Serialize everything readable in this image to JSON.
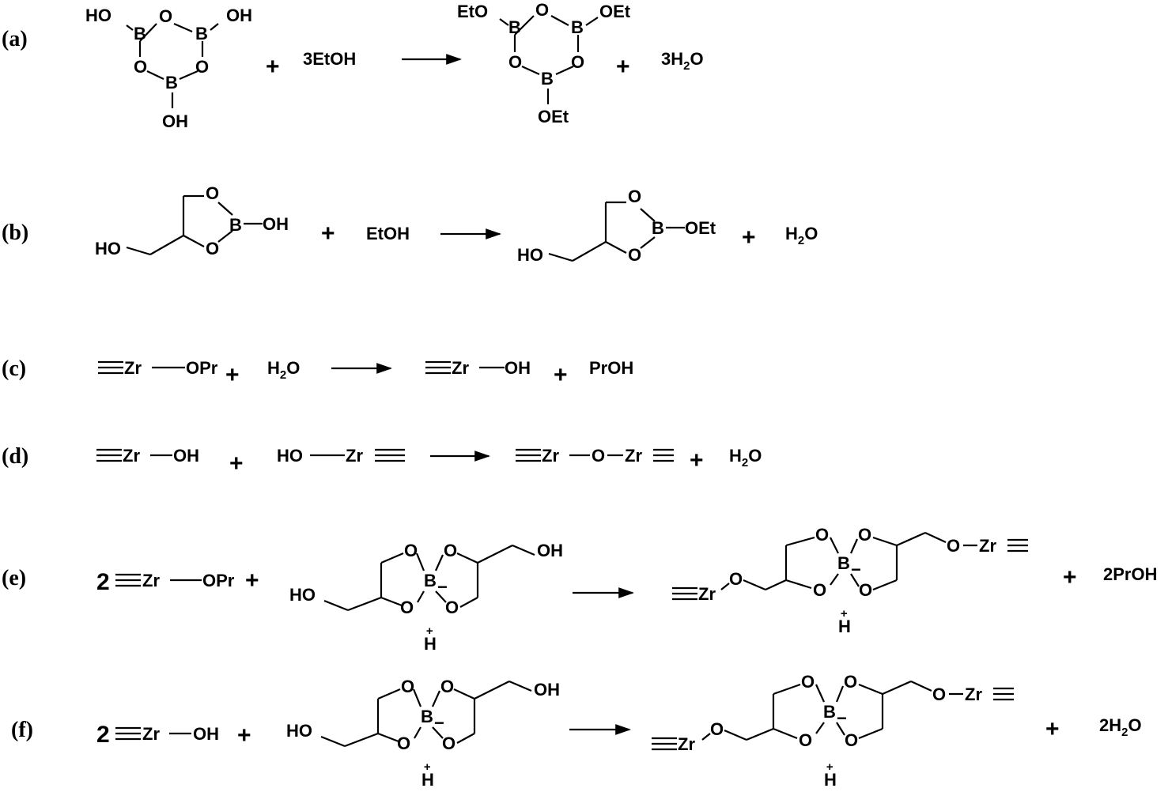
{
  "reactions": [
    {
      "id": "a",
      "label": "(a)",
      "reactant_substituents": [
        "HO",
        "OH",
        "OH"
      ],
      "ring_atoms": [
        "B",
        "O",
        "B",
        "O",
        "B",
        "O"
      ],
      "reagent": "3EtOH",
      "product_substituents": [
        "EtO",
        "OEt",
        "OEt"
      ],
      "byproduct": {
        "coef": "3",
        "main": "H",
        "sub": "2",
        "tail": "O"
      }
    },
    {
      "id": "b",
      "label": "(b)",
      "reactant": {
        "ho": "HO",
        "o_top": "O",
        "o_bot": "O",
        "b": "B",
        "sub": "OH"
      },
      "reagent": "EtOH",
      "product": {
        "ho": "HO",
        "o_top": "O",
        "o_bot": "O",
        "b": "B",
        "sub": "OEt"
      },
      "byproduct": {
        "coef": "",
        "main": "H",
        "sub": "2",
        "tail": "O"
      }
    },
    {
      "id": "c",
      "label": "(c)",
      "reactant": {
        "zr": "Zr",
        "group": "OPr"
      },
      "reagent": {
        "main": "H",
        "sub": "2",
        "tail": "O"
      },
      "product": {
        "zr": "Zr",
        "group": "OH"
      },
      "byproduct": "PrOH"
    },
    {
      "id": "d",
      "label": "(d)",
      "reactant1": {
        "zr": "Zr",
        "group": "OH"
      },
      "reactant2": {
        "group": "HO",
        "zr": "Zr"
      },
      "product": {
        "zr1": "Zr",
        "o": "O",
        "zr2": "Zr"
      },
      "byproduct": {
        "main": "H",
        "sub": "2",
        "tail": "O"
      }
    },
    {
      "id": "e",
      "label": "(e)",
      "coef": "2",
      "reactant": {
        "zr": "Zr",
        "group": "OPr"
      },
      "spiroborate": {
        "ho_left": "HO",
        "oh_right": "OH",
        "o": "O",
        "b": "B",
        "charge": "−",
        "counter": "H",
        "counter_charge": "+"
      },
      "product": {
        "zr_left": "Zr",
        "o_zr_right": "O",
        "zr_right": "Zr",
        "o": "O",
        "b": "B",
        "charge": "−",
        "counter": "H",
        "counter_charge": "+"
      },
      "byproduct": "2PrOH"
    },
    {
      "id": "f",
      "label": "(f)",
      "coef": "2",
      "reactant": {
        "zr": "Zr",
        "group": "OH"
      },
      "spiroborate": {
        "ho_left": "HO",
        "oh_right": "OH",
        "o": "O",
        "b": "B",
        "charge": "−",
        "counter": "H",
        "counter_charge": "+"
      },
      "product": {
        "zr_left": "Zr",
        "o_zr_right": "O",
        "zr_right": "Zr",
        "o": "O",
        "b": "B",
        "charge": "−",
        "counter": "H",
        "counter_charge": "+"
      },
      "byproduct": {
        "coef": "2",
        "main": "H",
        "sub": "2",
        "tail": "O"
      }
    }
  ],
  "plus_sign": "+"
}
